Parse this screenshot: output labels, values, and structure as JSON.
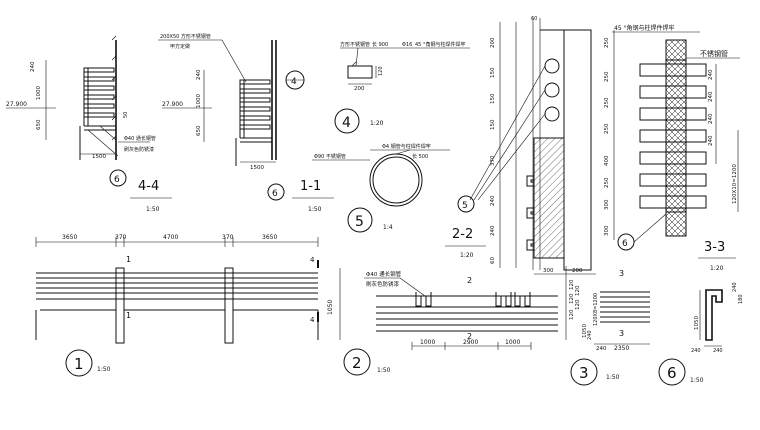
{
  "sheet": {
    "view_1": {
      "number": "1",
      "scale": "1:50",
      "dims": [
        "3650",
        "370",
        "4700",
        "370",
        "3650"
      ],
      "mark_top": "1",
      "mark_bottom": "1",
      "mark_right_top": "4",
      "mark_right_bottom": "4",
      "height_dim": "1050"
    },
    "view_2": {
      "number": "2",
      "scale": "1:50",
      "dims": [
        "1000",
        "2900",
        "1000"
      ],
      "mark_top": "2",
      "mark_bottom": "2",
      "note_1": "Φ40 通长钢管",
      "note_2": "刷灰色防锈漆",
      "height_dims": [
        "120",
        "120",
        "120",
        "120",
        "120",
        "1050"
      ]
    },
    "view_3": {
      "number": "3",
      "scale": "1:50",
      "dims": [
        "240",
        "2350"
      ],
      "mark_top": "3",
      "mark_bottom": "3",
      "height_dims": [
        "120X8=1200",
        "1200",
        "240"
      ]
    },
    "view_4_4": {
      "title": "4-4",
      "scale": "1:50",
      "elevation": "27.900",
      "dims": [
        "240",
        "1000",
        "650",
        "1500",
        "50"
      ],
      "note_1": "Φ40 通长钢管",
      "note_2": "刷灰色防锈漆",
      "detail_ref": "6"
    },
    "view_1_1": {
      "title": "1-1",
      "scale": "1:50",
      "elevation": "27.900",
      "dims": [
        "240",
        "1000",
        "650",
        "1500"
      ],
      "note_1": "200X50 方形不锈钢管",
      "note_2": "甲方定做",
      "detail_ref_top": "4",
      "detail_ref_bottom": "6"
    },
    "view_2_2": {
      "title": "2-2",
      "scale": "1:20",
      "dims_left": [
        "200",
        "150",
        "150",
        "150",
        "370",
        "240",
        "240",
        "60"
      ],
      "dims_bottom": [
        "300",
        "200"
      ],
      "top_dim": "60",
      "detail_ref": "5"
    },
    "view_3_3": {
      "title": "3-3",
      "scale": "1:20",
      "header_note": "45 °角钢与柱焊件焊牢",
      "label": "不锈钢管",
      "dims_left": [
        "250",
        "250",
        "250",
        "250",
        "400",
        "250",
        "300",
        "300"
      ],
      "dims_right": [
        "240",
        "240",
        "240",
        "240",
        "120X10=1200"
      ],
      "detail_ref": "6"
    },
    "detail_4": {
      "number": "4",
      "scale": "1:20",
      "note_1": "方形不锈钢管",
      "note_2": "长 900",
      "note_3": "Φ16 ",
      "note_4": "45 °角钢与柱焊件焊牢",
      "dims": [
        "120",
        "200"
      ]
    },
    "detail_5": {
      "number": "5",
      "scale": "1:4",
      "note_1": "Φ90 不锈钢管",
      "note_2": "Φ4 钢管与柱焊件焊牢",
      "note_3": "长 500"
    },
    "detail_6": {
      "number": "6",
      "scale": "1:50",
      "dims_bottom": [
        "240",
        "240"
      ],
      "dims_right": [
        "240",
        "180"
      ],
      "height_dim": "1050"
    },
    "detail_6_scale": "1:50"
  }
}
